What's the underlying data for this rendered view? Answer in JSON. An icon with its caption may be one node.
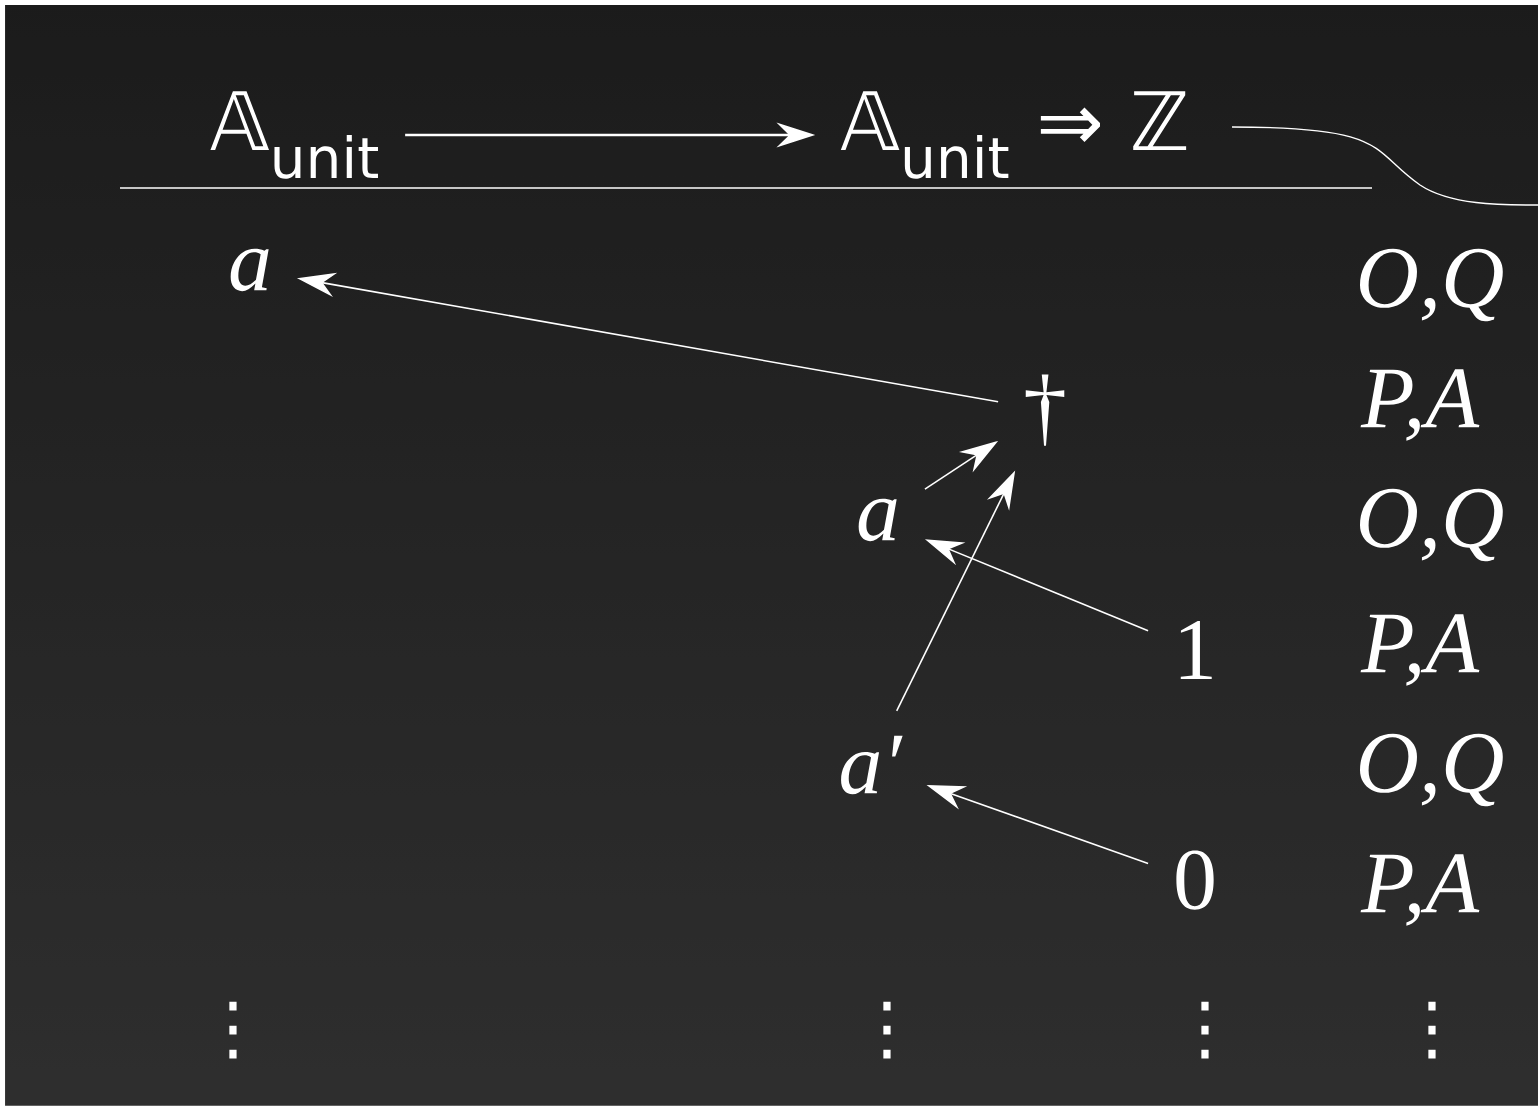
{
  "diagram": {
    "nodes": [
      {
        "text": [
          "𝔸$_{unit}$"
        ]
      },
      {
        "text": [
          "𝔸$_{unit}$ ⇒ ℤ"
        ]
      },
      {
        "text": [
          "a"
        ]
      },
      {
        "text": [
          "†"
        ]
      },
      {
        "text": [
          "a"
        ]
      },
      {
        "text": [
          "1"
        ]
      },
      {
        "text": [
          "a′"
        ]
      },
      {
        "text": [
          "0"
        ]
      }
    ],
    "edges": [
      {
        "from": 0,
        "to": 1,
        "arrow": "to"
      },
      {
        "from": 3,
        "to": 2,
        "arrow": "to"
      },
      {
        "from": 4,
        "to": 3,
        "arrow": "to"
      },
      {
        "from": 6,
        "to": 3,
        "arrow": "to"
      },
      {
        "from": 5,
        "to": 4,
        "arrow": "to"
      },
      {
        "from": 7,
        "to": 6,
        "arrow": "to"
      }
    ],
    "labels": [
      "O,Q",
      "P,A",
      "O,Q",
      "P,A",
      "O,Q",
      "P,A",
      "⋮",
      "⋮",
      "⋮",
      "⋮"
    ]
  }
}
